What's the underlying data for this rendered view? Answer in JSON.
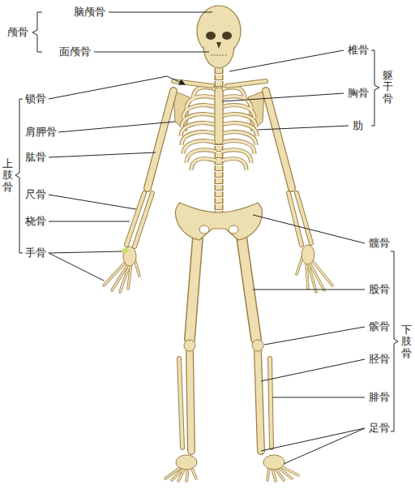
{
  "diagram": {
    "labels": [
      "脑颅骨",
      "面颅骨",
      "颅骨",
      "椎骨",
      "胸骨",
      "肋",
      "躯干骨",
      "锁骨",
      "肩胛骨",
      "肱骨",
      "尺骨",
      "桡骨",
      "手骨",
      "上肢骨",
      "髋骨",
      "股骨",
      "髌骨",
      "胫骨",
      "腓骨",
      "足骨",
      "下肢骨"
    ]
  }
}
